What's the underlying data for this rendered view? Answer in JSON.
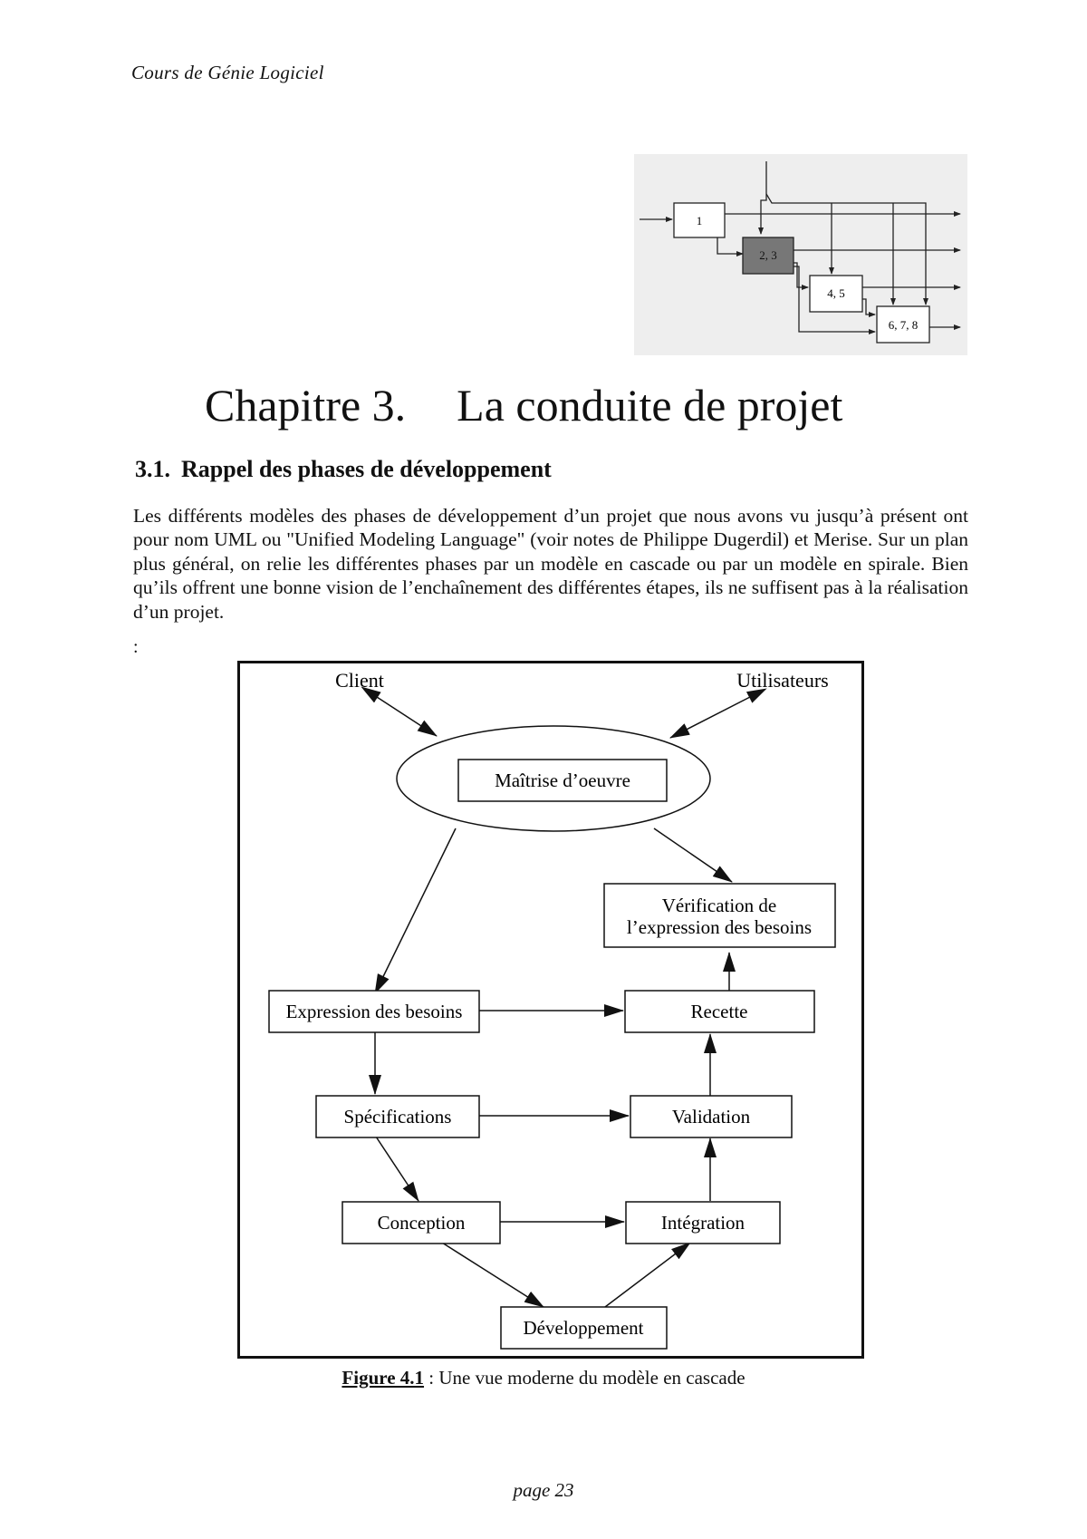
{
  "header": {
    "running_title": "Cours de Génie Logiciel"
  },
  "deco_diagram": {
    "boxes": [
      "1",
      "2, 3",
      "4, 5",
      "6, 7, 8"
    ]
  },
  "chapter": {
    "number": "Chapitre 3.",
    "title": "La conduite de projet"
  },
  "section": {
    "number": "3.1.",
    "title": "Rappel des phases de développement"
  },
  "paragraph": "Les différents modèles des phases de développement d’un projet que nous avons vu jusqu’à présent ont pour nom UML ou \"Unified Modeling Language\" (voir notes de Philippe Dugerdil) et Merise. Sur un plan plus général, on relie les différentes phases par un modèle en cascade ou par un modèle en spirale. Bien qu’ils offrent une bonne vision de l’enchaînement des différentes étapes, ils ne suffisent pas à la réalisation d’un projet.",
  "colon": ":",
  "figure": {
    "client": "Client",
    "utilisateurs": "Utilisateurs",
    "maitrise": "Maîtrise d’oeuvre",
    "verification_line1": "Vérification de",
    "verification_line2": "l’expression des besoins",
    "expression": "Expression des besoins",
    "recette": "Recette",
    "specifications": "Spécifications",
    "validation": "Validation",
    "conception": "Conception",
    "integration": "Intégration",
    "developpement": "Développement"
  },
  "caption": {
    "label": "Figure 4.1",
    "text": " : Une vue moderne du modèle en cascade"
  },
  "footer": {
    "page": "page 23"
  }
}
